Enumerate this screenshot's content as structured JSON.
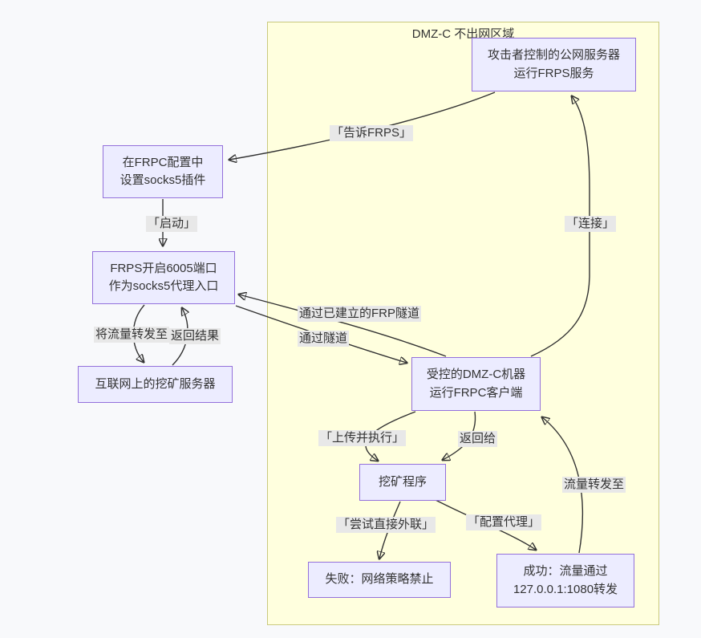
{
  "diagram": {
    "region_title": "DMZ-C 不出网区域",
    "colors": {
      "canvas_bg": "#f8f9fb",
      "region_fill": "#ffffde",
      "region_border": "#c9c97e",
      "node_fill": "#ececff",
      "node_border": "#9370db",
      "edge_stroke": "#333333",
      "edge_label_bg": "#e8e8e8",
      "text": "#333333"
    },
    "nodes": [
      {
        "id": "attacker-server",
        "label": "攻击者控制的公网服务器\n运行FRPS服务"
      },
      {
        "id": "frpc-config",
        "label": "在FRPC配置中\n设置socks5插件"
      },
      {
        "id": "frps-port",
        "label": "FRPS开启6005端口\n作为socks5代理入口"
      },
      {
        "id": "mining-server",
        "label": "互联网上的挖矿服务器"
      },
      {
        "id": "dmz-machine",
        "label": "受控的DMZ-C机器\n运行FRPC客户端"
      },
      {
        "id": "mining-program",
        "label": "挖矿程序"
      },
      {
        "id": "fail-node",
        "label": "失败：网络策略禁止"
      },
      {
        "id": "success-node",
        "label": "成功：流量通过\n127.0.0.1:1080转发"
      }
    ],
    "edge_labels": [
      {
        "id": "tell-frps",
        "label": "「告诉FRPS」"
      },
      {
        "id": "start",
        "label": "「启动」"
      },
      {
        "id": "forward-traffic-to",
        "label": "将流量转发至"
      },
      {
        "id": "return-result",
        "label": "返回结果"
      },
      {
        "id": "via-established-frp-tunnel",
        "label": "通过已建立的FRP隧道"
      },
      {
        "id": "via-tunnel",
        "label": "通过隧道"
      },
      {
        "id": "connect",
        "label": "「连接」"
      },
      {
        "id": "upload-and-execute",
        "label": "「上传并执行」"
      },
      {
        "id": "return-to",
        "label": "返回给"
      },
      {
        "id": "try-direct-outbound",
        "label": "「尝试直接外联」"
      },
      {
        "id": "configure-proxy",
        "label": "「配置代理」"
      },
      {
        "id": "traffic-forwarded-to",
        "label": "流量转发至"
      }
    ]
  }
}
